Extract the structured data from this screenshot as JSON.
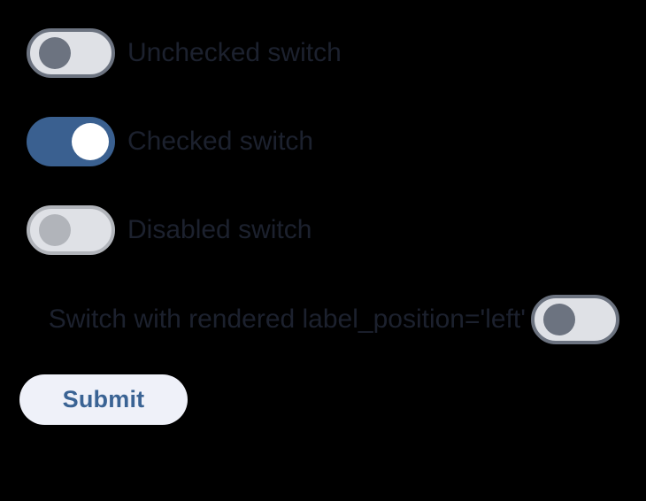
{
  "page": {
    "background_color": "#000000",
    "label_color": "#1c212e",
    "accent_color": "#3a6090",
    "submit_text_color": "#3a6394",
    "submit_background_color": "#eff1f9",
    "track_off_color": "#dfe1e6",
    "track_border_color": "#6c7380",
    "knob_off_color": "#6c7380",
    "disabled_color": "#b1b4ba",
    "knob_on_color": "#ffffff"
  },
  "switches": [
    {
      "label": "Unchecked switch",
      "state": "off",
      "disabled": false,
      "label_position": "right"
    },
    {
      "label": "Checked switch",
      "state": "on",
      "disabled": false,
      "label_position": "right"
    },
    {
      "label": "Disabled switch",
      "state": "off",
      "disabled": true,
      "label_position": "right"
    },
    {
      "label": "Switch with rendered label_position='left'",
      "state": "off",
      "disabled": false,
      "label_position": "left"
    }
  ],
  "submit": {
    "label": "Submit"
  }
}
